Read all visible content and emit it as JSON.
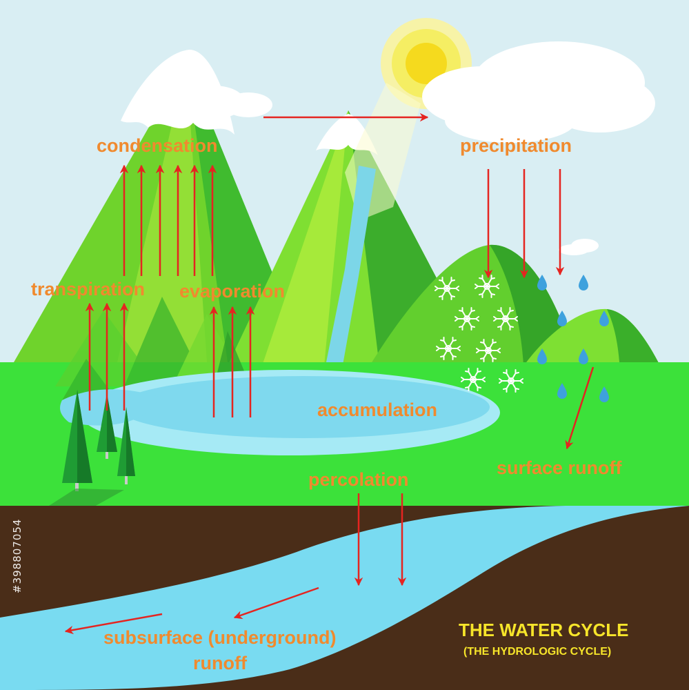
{
  "diagram": {
    "labels": {
      "condensation": "condensation",
      "precipitation": "precipitation",
      "transpiration": "transpiration",
      "evaporation": "evaporation",
      "accumulation": "accumulation",
      "surface_runoff": "surface runoff",
      "percolation": "percolation",
      "subsurface_line1": "subsurface (underground)",
      "subsurface_line2": "runoff"
    },
    "title": "THE WATER CYCLE",
    "subtitle": "(THE HYDROLOGIC CYCLE)",
    "stock_id": "#398807054"
  },
  "colors": {
    "sky": "#d9eef3",
    "grass": "#3ce13a",
    "soil": "#4a2d18",
    "water": "#79dbf1",
    "label": "#f08a2e",
    "title": "#f7e52a",
    "arrow": "#e52420",
    "sun": "#f5e22a"
  },
  "icons": [
    "sun-icon",
    "cloud-icon",
    "snowflake-icon",
    "raindrop-icon",
    "tree-icon",
    "arrow-icon"
  ]
}
